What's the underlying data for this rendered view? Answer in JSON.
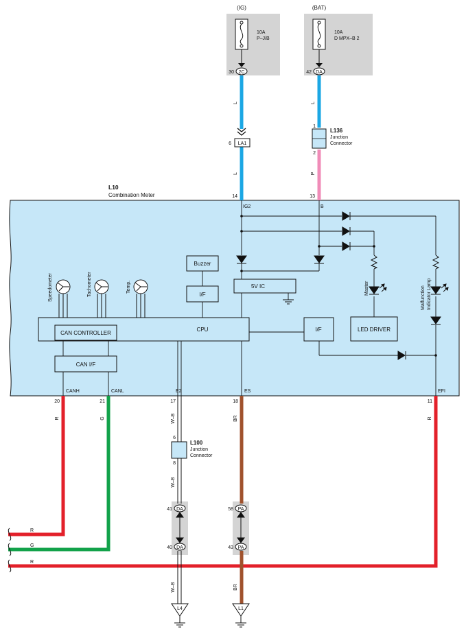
{
  "fuses": [
    {
      "source": "(IG)",
      "rating": "10A",
      "name": "P–J/B",
      "pin": "30",
      "connector": "2C"
    },
    {
      "source": "(BAT)",
      "rating": "10A",
      "name": "D MPX–B 2",
      "pin": "42",
      "connector": "DA"
    }
  ],
  "connector_la1": {
    "pin": "6",
    "label": "LA1"
  },
  "junction_l136": {
    "id": "L136",
    "line1": "Junction",
    "line2": "Connector",
    "pin_top": "1",
    "pin_bottom": "2"
  },
  "junction_l100": {
    "id": "L100",
    "line1": "Junction",
    "line2": "Connector",
    "pin_top": "6",
    "pin_bottom": "8"
  },
  "meter": {
    "id": "L10",
    "name": "Combination Meter"
  },
  "meter_pins": {
    "ig2": {
      "num": "14",
      "name": "IG2"
    },
    "b": {
      "num": "13",
      "name": "B"
    },
    "canh": {
      "num": "20",
      "name": "CANH"
    },
    "canl": {
      "num": "21",
      "name": "CANL"
    },
    "e2": {
      "num": "17",
      "name": "E2"
    },
    "es": {
      "num": "18",
      "name": "ES"
    },
    "efi": {
      "num": "11",
      "name": "EFI"
    }
  },
  "internal": {
    "buzzer": "Buzzer",
    "if1": "I/F",
    "if2": "I/F",
    "ic5v": "5V IC",
    "cpu": "CPU",
    "can_controller": "CAN CONTROLLER",
    "can_if": "CAN I/F",
    "led_driver": "LED DRIVER",
    "master": "Master",
    "mil_line1": "Malfunction",
    "mil_line2": "Indicator Lamp",
    "speedometer": "Speedometer",
    "tachometer": "Tachometer",
    "temp": "Temp."
  },
  "wire_colors": {
    "l_ig": "L",
    "l_ig2": "L",
    "l_bat": "L",
    "p": "P",
    "r_canh": "R",
    "g_canl": "G",
    "wb_1": "W–B",
    "wb_2": "W–B",
    "wb_3": "W–B",
    "br_1": "BR",
    "br_2": "BR",
    "r_efi": "R",
    "r_left1": "R",
    "g_left": "G",
    "r_left2": "R"
  },
  "connectors_lower": [
    {
      "pin_top": "41",
      "top": "DA",
      "pin_bottom": "40",
      "bottom": "DA"
    },
    {
      "pin_top": "58",
      "top": "PA",
      "pin_bottom": "43",
      "bottom": "PA"
    }
  ],
  "grounds": {
    "l4": "L4",
    "l1": "L1"
  },
  "colors": {
    "meter_fill": "#c6e7f8",
    "grey_box": "#d4d4d4",
    "wire_blue": "#1ba7e4",
    "wire_pink": "#f08cb8",
    "wire_red": "#e3202a",
    "wire_green": "#12a24a",
    "wire_brown": "#a0522d"
  }
}
